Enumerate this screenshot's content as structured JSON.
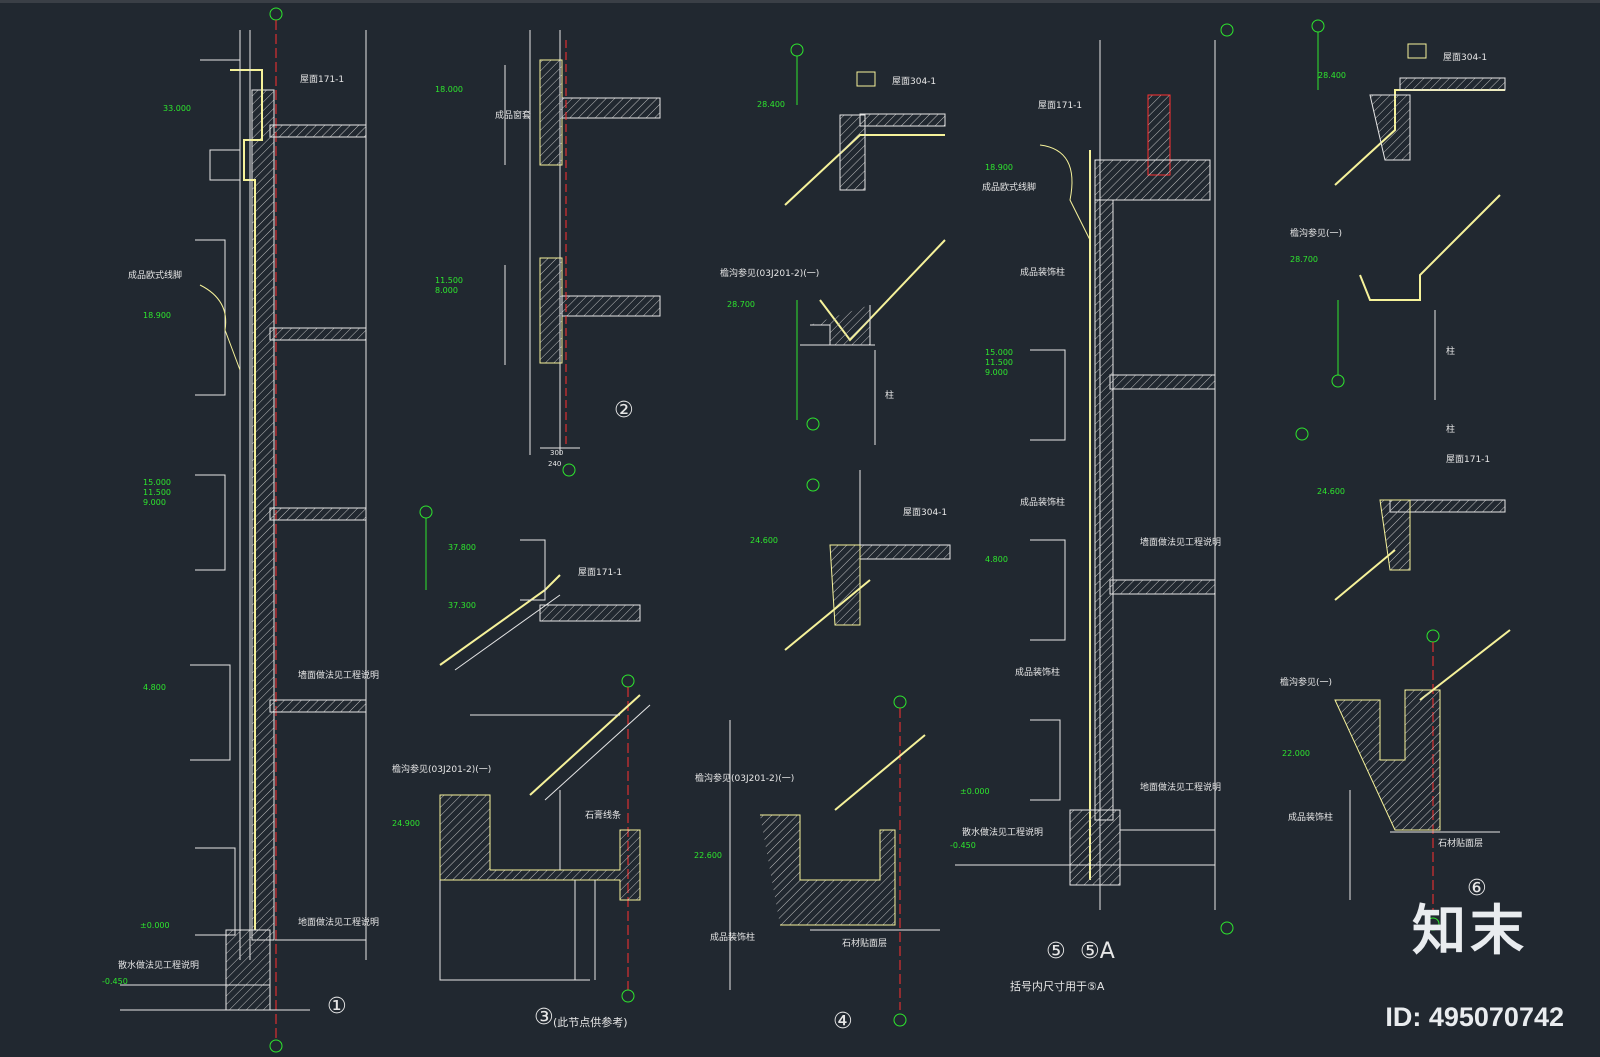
{
  "sheet": {
    "background": "#212830",
    "colors": {
      "white": "#e6e6e6",
      "yellow": "#f6f29a",
      "green": "#2ee62e",
      "red": "#ff3030",
      "hatch": "#cfcfcf"
    }
  },
  "details": [
    {
      "id": "1",
      "callout": "①",
      "levels": [
        "33.000",
        "18.900",
        "15.000",
        "11.500",
        "9.000",
        "4.800",
        "±0.000",
        "-0.450"
      ],
      "notes": [
        "屋面171-1",
        "成品欧式线脚",
        "墙面做法见工程说明",
        "地面做法见工程说明",
        "散水做法见工程说明"
      ]
    },
    {
      "id": "2",
      "callout": "②",
      "levels": [
        "18.000",
        "11.500",
        "8.000"
      ],
      "notes": [
        "成品窗套"
      ],
      "dims": [
        "300",
        "240"
      ]
    },
    {
      "id": "3",
      "callout": "③",
      "caption": "(此节点供参考)",
      "levels": [
        "37.800",
        "37.300",
        "24.900"
      ],
      "notes": [
        "屋面171-1",
        "檐沟参见(03J201-2)(一)",
        "石膏线条"
      ]
    },
    {
      "id": "4",
      "callout": "④",
      "levels": [
        "28.400",
        "28.700",
        "24.600",
        "22.600"
      ],
      "notes": [
        "屋面304-1",
        "檐沟参见(03J201-2)(一)",
        "柱",
        "屋面304-1",
        "檐沟参见(03J201-2)(一)",
        "成品装饰柱",
        "石材贴面层"
      ]
    },
    {
      "id": "5",
      "callout": "⑤",
      "callout2": "⑤A",
      "caption": "括号内尺寸用于⑤A",
      "levels": [
        "18.900",
        "15.000",
        "11.500",
        "9.000",
        "4.800",
        "±0.000",
        "-0.450"
      ],
      "notes": [
        "屋面171-1",
        "成品欧式线脚",
        "成品装饰柱",
        "成品装饰柱",
        "墙面做法见工程说明",
        "成品装饰柱",
        "地面做法见工程说明",
        "散水做法见工程说明"
      ]
    },
    {
      "id": "6",
      "callout": "⑥",
      "levels": [
        "28.400",
        "28.700",
        "24.600",
        "22.000"
      ],
      "notes": [
        "屋面304-1",
        "檐沟参见(一)",
        "柱",
        "柱",
        "屋面171-1",
        "檐沟参见(一)",
        "成品装饰柱",
        "石材贴面层"
      ]
    }
  ],
  "watermark": {
    "logo": "知末",
    "id_text": "ID: 495070742"
  }
}
